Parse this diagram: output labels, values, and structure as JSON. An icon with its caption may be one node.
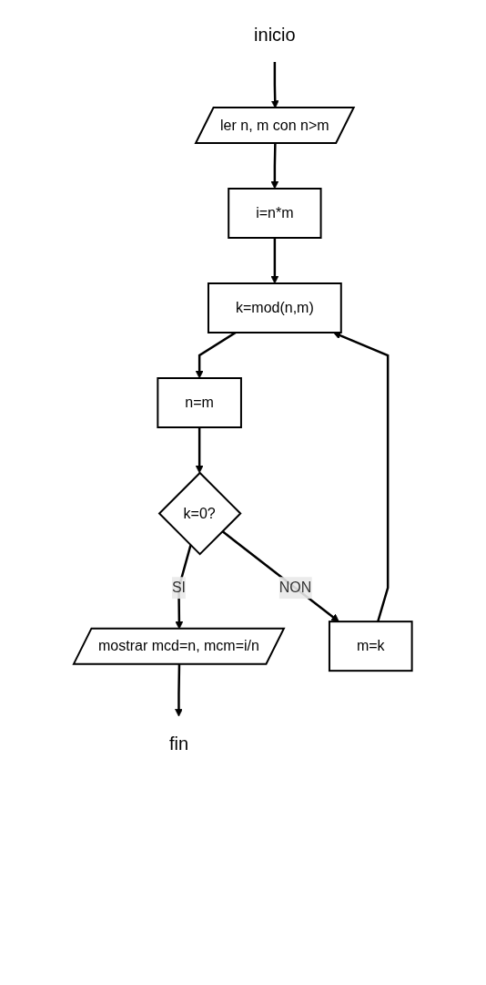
{
  "diagram": {
    "nodes": [
      {
        "text": [
          "inicio"
        ]
      },
      {
        "text": [
          "ler n, m con n>m"
        ]
      },
      {
        "text": [
          "i=n*m"
        ]
      },
      {
        "text": [
          "k=mod(n,m)"
        ]
      },
      {
        "text": [
          "n=m"
        ]
      },
      {
        "text": [
          "k=0?"
        ]
      },
      {
        "text": [
          "m=k"
        ]
      },
      {
        "text": [
          "mostrar mcd=n, mcm=i/n"
        ]
      },
      {
        "text": [
          "fin"
        ]
      }
    ],
    "edges": [
      {
        "from": 0,
        "to": 1,
        "arrow": "to"
      },
      {
        "from": 1,
        "to": 2,
        "arrow": "to"
      },
      {
        "from": 2,
        "to": 3,
        "arrow": "to"
      },
      {
        "from": 3,
        "to": 4,
        "arrow": "to"
      },
      {
        "from": 4,
        "to": 5,
        "arrow": "to"
      },
      {
        "from": 5,
        "to": 7,
        "arrow": "to",
        "label": "SI"
      },
      {
        "from": 5,
        "to": 6,
        "arrow": "to",
        "label": "NON"
      },
      {
        "from": 6,
        "to": 3,
        "arrow": "to"
      },
      {
        "from": 7,
        "to": 8,
        "arrow": "to"
      }
    ]
  }
}
